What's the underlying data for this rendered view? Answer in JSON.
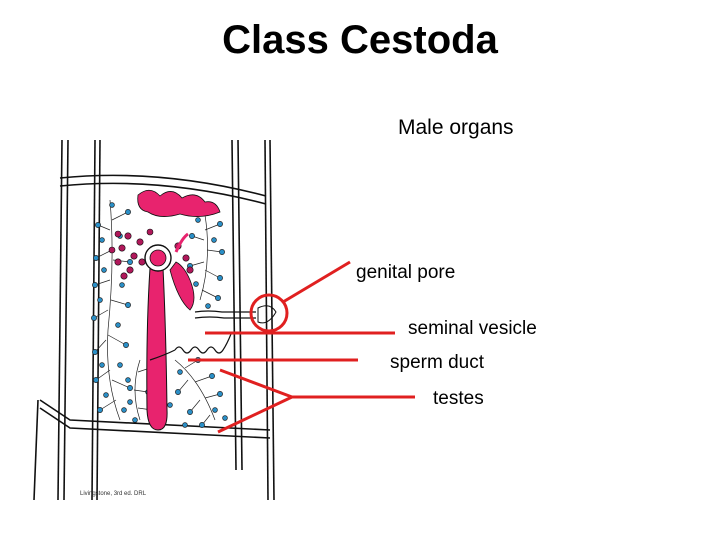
{
  "slide": {
    "title": "Class Cestoda",
    "subtitle": "Male organs"
  },
  "labels": {
    "genital_pore": "genital pore",
    "seminal_vesicle": "seminal vesicle",
    "sperm_duct": "sperm duct",
    "testes": "testes"
  },
  "credit": "Livingstone, 3rd ed. DRL",
  "colors": {
    "pointer": "#e02020",
    "reproductive_organs": "#e8236e",
    "testes_follicles": "#2a8fc7",
    "outline": "#111111"
  }
}
